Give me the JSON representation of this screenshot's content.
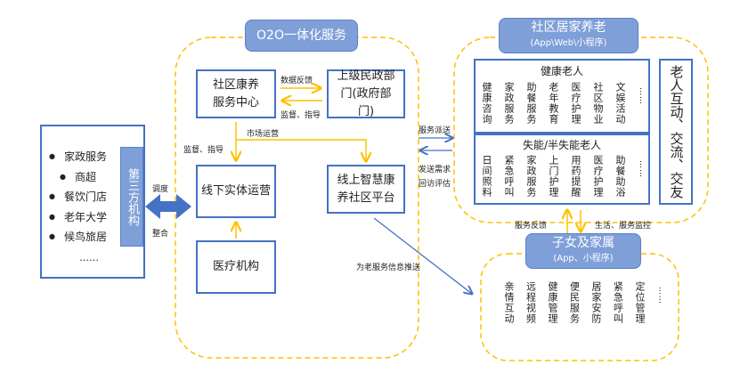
{
  "left": {
    "items": [
      "家政服务",
      "商超",
      "餐饮门店",
      "老年大学",
      "候鸟旅居"
    ],
    "more": "……",
    "third_party": "第三方机构",
    "dispatch": "调度",
    "integrate": "整合"
  },
  "o2o": {
    "title": "O2O一体化服务",
    "center": "社区康养服务中心",
    "civil": "上级民政部门(政府部门)",
    "offline": "线下实体运营",
    "online": "线上智慧康养社区平台",
    "medical": "医疗机构",
    "data_feedback": "数据反馈",
    "supervise1": "监督、指导",
    "supervise2": "监督、指导",
    "market": "市场运营",
    "push": "为老服务信息推送"
  },
  "mid": {
    "dispatch_service": "服务派送",
    "send_demand": "发送需求",
    "revisit": "回访评估"
  },
  "community": {
    "title": "社区居家养老",
    "subtitle": "(App\\Web\\小程序)",
    "healthy": {
      "title": "健康老人",
      "cols": [
        "健康咨询",
        "家政服务",
        "助餐服务",
        "老年教育",
        "医疗护理",
        "社区物业",
        "文娱活动"
      ]
    },
    "disabled": {
      "title": "失能/半失能老人",
      "cols": [
        "日间照料",
        "紧急呼叫",
        "家政服务",
        "上门护理",
        "用药提醒",
        "医疗护理",
        "助餐助浴"
      ]
    },
    "interaction": "老人互动、交流、交友",
    "more": "……"
  },
  "family": {
    "title": "子女及家属",
    "subtitle": "(App、小程序)",
    "feedback": "服务反馈",
    "monitor": "生活、服务监控",
    "cols": [
      "亲情互动",
      "远程视频",
      "健康管理",
      "便民服务",
      "居家安防",
      "紧急呼叫",
      "定位管理"
    ],
    "more": "……"
  },
  "colors": {
    "blue": "#4472c4",
    "yellow": "#ffc000",
    "pill": "#7f9fd8"
  }
}
